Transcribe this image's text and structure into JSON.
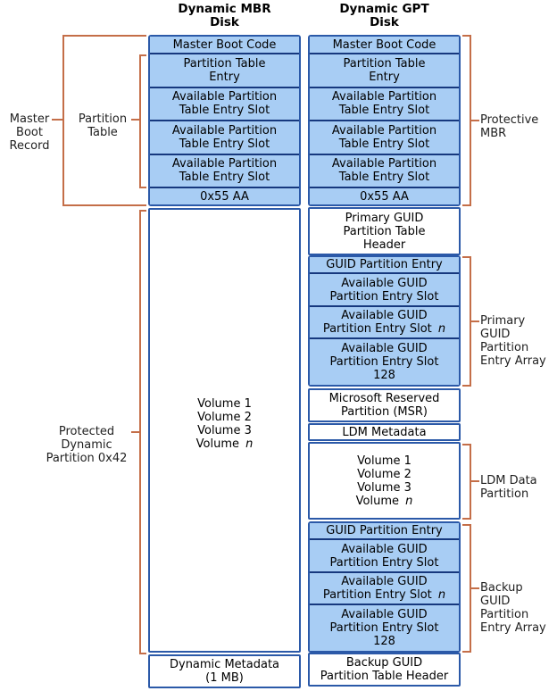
{
  "colors": {
    "box_fill": "#A8CDF4",
    "box_border": "#2B59A8",
    "divider": "#16387E",
    "bracket": "#C46E48",
    "text": "#000000",
    "label_text": "#1F1F1F"
  },
  "titles": {
    "left": [
      "Dynamic MBR",
      "Disk"
    ],
    "right": [
      "Dynamic GPT",
      "Disk"
    ]
  },
  "mbr_section": {
    "cells": [
      {
        "lines": [
          "Master Boot Code"
        ]
      },
      {
        "lines": [
          "Partition Table",
          "Entry"
        ]
      },
      {
        "lines": [
          "Available Partition",
          "Table Entry Slot"
        ]
      },
      {
        "lines": [
          "Available Partition",
          "Table Entry Slot"
        ]
      },
      {
        "lines": [
          "Available Partition",
          "Table Entry Slot"
        ]
      },
      {
        "lines": [
          "0x55 AA"
        ]
      }
    ]
  },
  "mbr_disk": {
    "volume_box_lines": [
      "Volume 1",
      "Volume 2",
      "Volume 3",
      "Volume ~n~"
    ],
    "metadata_box_lines": [
      "Dynamic Metadata",
      "(1 MB)"
    ]
  },
  "gpt_disk": {
    "primary_header_lines": [
      "Primary GUID",
      "Partition Table",
      "Header"
    ],
    "guid_array_cells": [
      {
        "lines": [
          "GUID Partition Entry"
        ]
      },
      {
        "lines": [
          "Available GUID",
          "Partition Entry Slot"
        ]
      },
      {
        "lines": [
          "Available GUID",
          "Partition Entry Slot ~n~"
        ]
      },
      {
        "lines": [
          "Available GUID",
          "Partition Entry Slot",
          "128"
        ]
      }
    ],
    "msr_lines": [
      "Microsoft Reserved",
      "Partition (MSR)"
    ],
    "ldm_metadata_lines": [
      "LDM Metadata"
    ],
    "ldm_volume_lines": [
      "Volume 1",
      "Volume 2",
      "Volume 3",
      "Volume ~n~"
    ],
    "backup_header_lines": [
      "Backup GUID",
      "Partition Table Header"
    ]
  },
  "labels": {
    "master_boot_record": [
      "Master",
      "Boot",
      "Record"
    ],
    "partition_table": [
      "Partition",
      "Table"
    ],
    "protected_dynamic_partition": [
      "Protected",
      "Dynamic",
      "Partition 0x42"
    ],
    "protective_mbr": [
      "Protective",
      "MBR"
    ],
    "primary_guid_array": [
      "Primary",
      "GUID",
      "Partition",
      "Entry Array"
    ],
    "ldm_data_partition": [
      "LDM Data",
      "Partition"
    ],
    "backup_guid_array": [
      "Backup",
      "GUID",
      "Partition",
      "Entry Array"
    ]
  }
}
